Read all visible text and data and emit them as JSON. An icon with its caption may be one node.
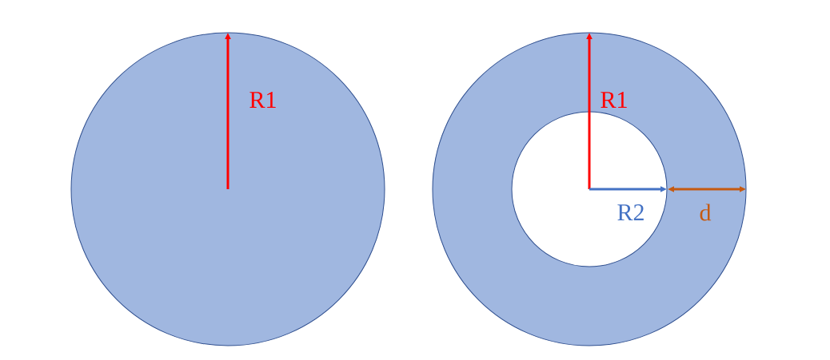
{
  "diagram": {
    "labels": [
      "R1",
      "R1",
      "R2",
      "d"
    ]
  }
}
